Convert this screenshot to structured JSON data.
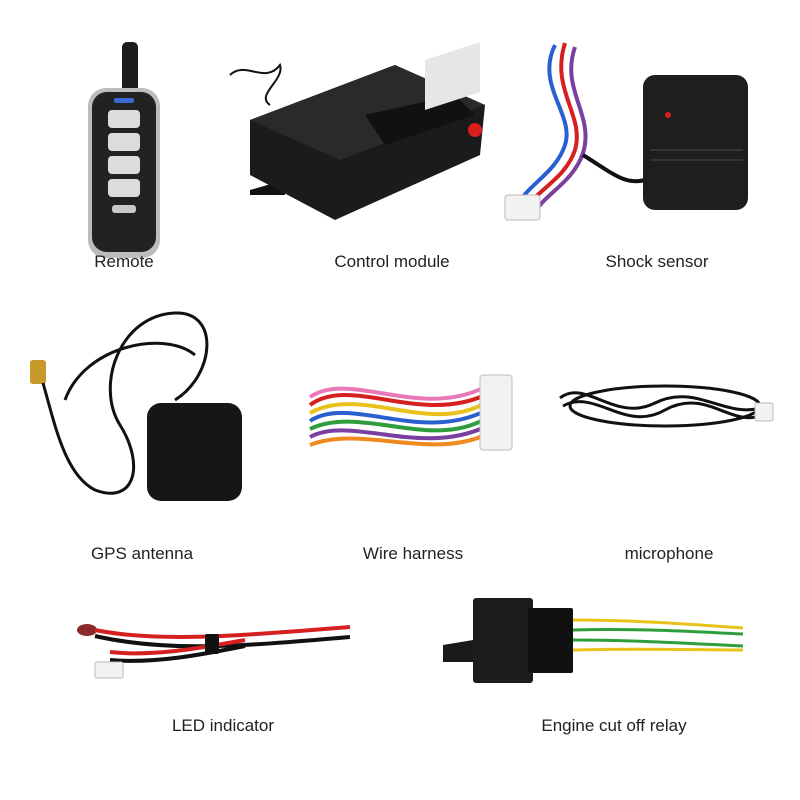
{
  "products": [
    {
      "id": "remote",
      "caption": "Remote",
      "icon": "remote-control-icon"
    },
    {
      "id": "control-module",
      "caption": "Control module",
      "icon": "control-box-icon"
    },
    {
      "id": "shock-sensor",
      "caption": "Shock sensor",
      "icon": "sensor-icon"
    },
    {
      "id": "gps-antenna",
      "caption": "GPS antenna",
      "icon": "gps-antenna-icon"
    },
    {
      "id": "wire-harness",
      "caption": "Wire harness",
      "icon": "wire-harness-icon"
    },
    {
      "id": "microphone",
      "caption": "microphone",
      "icon": "microphone-cable-icon"
    },
    {
      "id": "led-indicator",
      "caption": "LED indicator",
      "icon": "led-icon"
    },
    {
      "id": "relay",
      "caption": "Engine cut off relay",
      "icon": "relay-icon"
    }
  ],
  "colors": {
    "background": "#ffffff",
    "device_body": "#1a1a1a",
    "caption_text": "#222222",
    "wire_red": "#d62020",
    "wire_green": "#2e9e3c",
    "wire_yellow": "#e8c21a"
  }
}
